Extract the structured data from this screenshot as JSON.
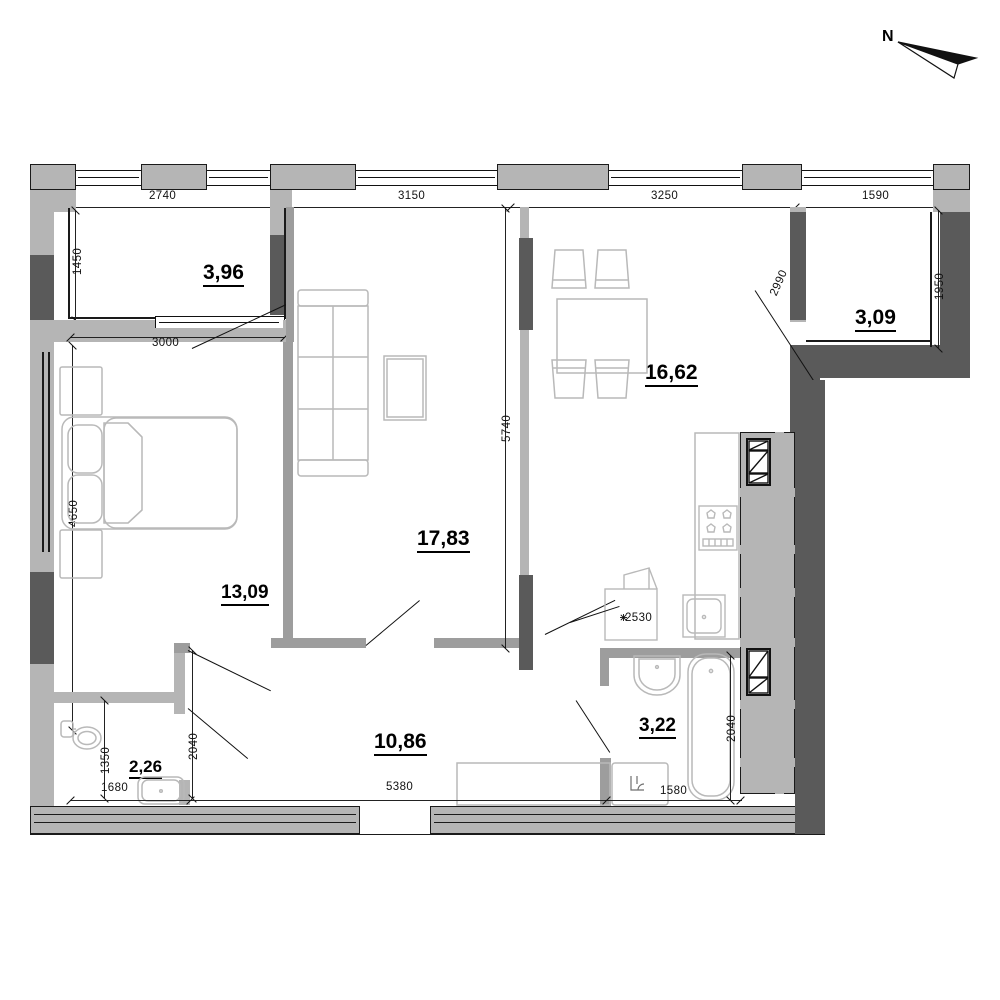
{
  "plan": {
    "type": "apartment-floor-plan",
    "orientation_label": "N",
    "orientation_icon": "north-arrow-icon",
    "area_unit": "m2",
    "dimension_unit": "mm"
  },
  "rooms": [
    {
      "id": "balcony-left",
      "area": "3,96",
      "name": "balcony-left"
    },
    {
      "id": "bedroom",
      "area": "13,09",
      "name": "bedroom"
    },
    {
      "id": "living-room",
      "area": "17,83",
      "name": "living-room"
    },
    {
      "id": "kitchen",
      "area": "16,62",
      "name": "kitchen-dining"
    },
    {
      "id": "balcony-right",
      "area": "3,09",
      "name": "balcony-right"
    },
    {
      "id": "hallway",
      "area": "10,86",
      "name": "hallway"
    },
    {
      "id": "bathroom",
      "area": "3,22",
      "name": "bathroom"
    },
    {
      "id": "wc",
      "area": "2,26",
      "name": "wc"
    }
  ],
  "dimensions": {
    "top_1": "2740",
    "top_2": "3150",
    "top_3": "3250",
    "top_4": "1590",
    "left_balcony_depth": "1450",
    "bedroom_width": "3000",
    "bedroom_length": "4650",
    "living_length": "5740",
    "balcony_right_depth": "1950",
    "kitchen_to_balcony": "2990",
    "kitchen_counter": "2530",
    "wc_depth": "1350",
    "wc_width": "1680",
    "wc_door": "2040",
    "hallway_width": "5380",
    "bath_width": "1580",
    "bath_depth": "2040"
  },
  "colors": {
    "wall_dark": "#5a5a5a",
    "wall_light": "#b5b5b5",
    "wall_mid": "#9d9d9d",
    "stroke": "#1a1a1a",
    "furniture_stroke": "#b9b9b9",
    "background": "#ffffff"
  },
  "icons": {
    "north": "north-arrow-icon",
    "bed": "bed-icon",
    "sofa": "sofa-icon",
    "coffee_table": "coffee-table-icon",
    "dining_table": "dining-table-icon",
    "chair": "chair-icon",
    "stove": "stove-icon",
    "sink": "sink-icon",
    "fridge": "fridge-icon",
    "bathtub": "bathtub-icon",
    "washbasin": "washbasin-icon",
    "toilet": "toilet-icon",
    "washing_machine": "washing-machine-icon",
    "wardrobe": "wardrobe-icon",
    "duct": "ventilation-duct-icon"
  }
}
